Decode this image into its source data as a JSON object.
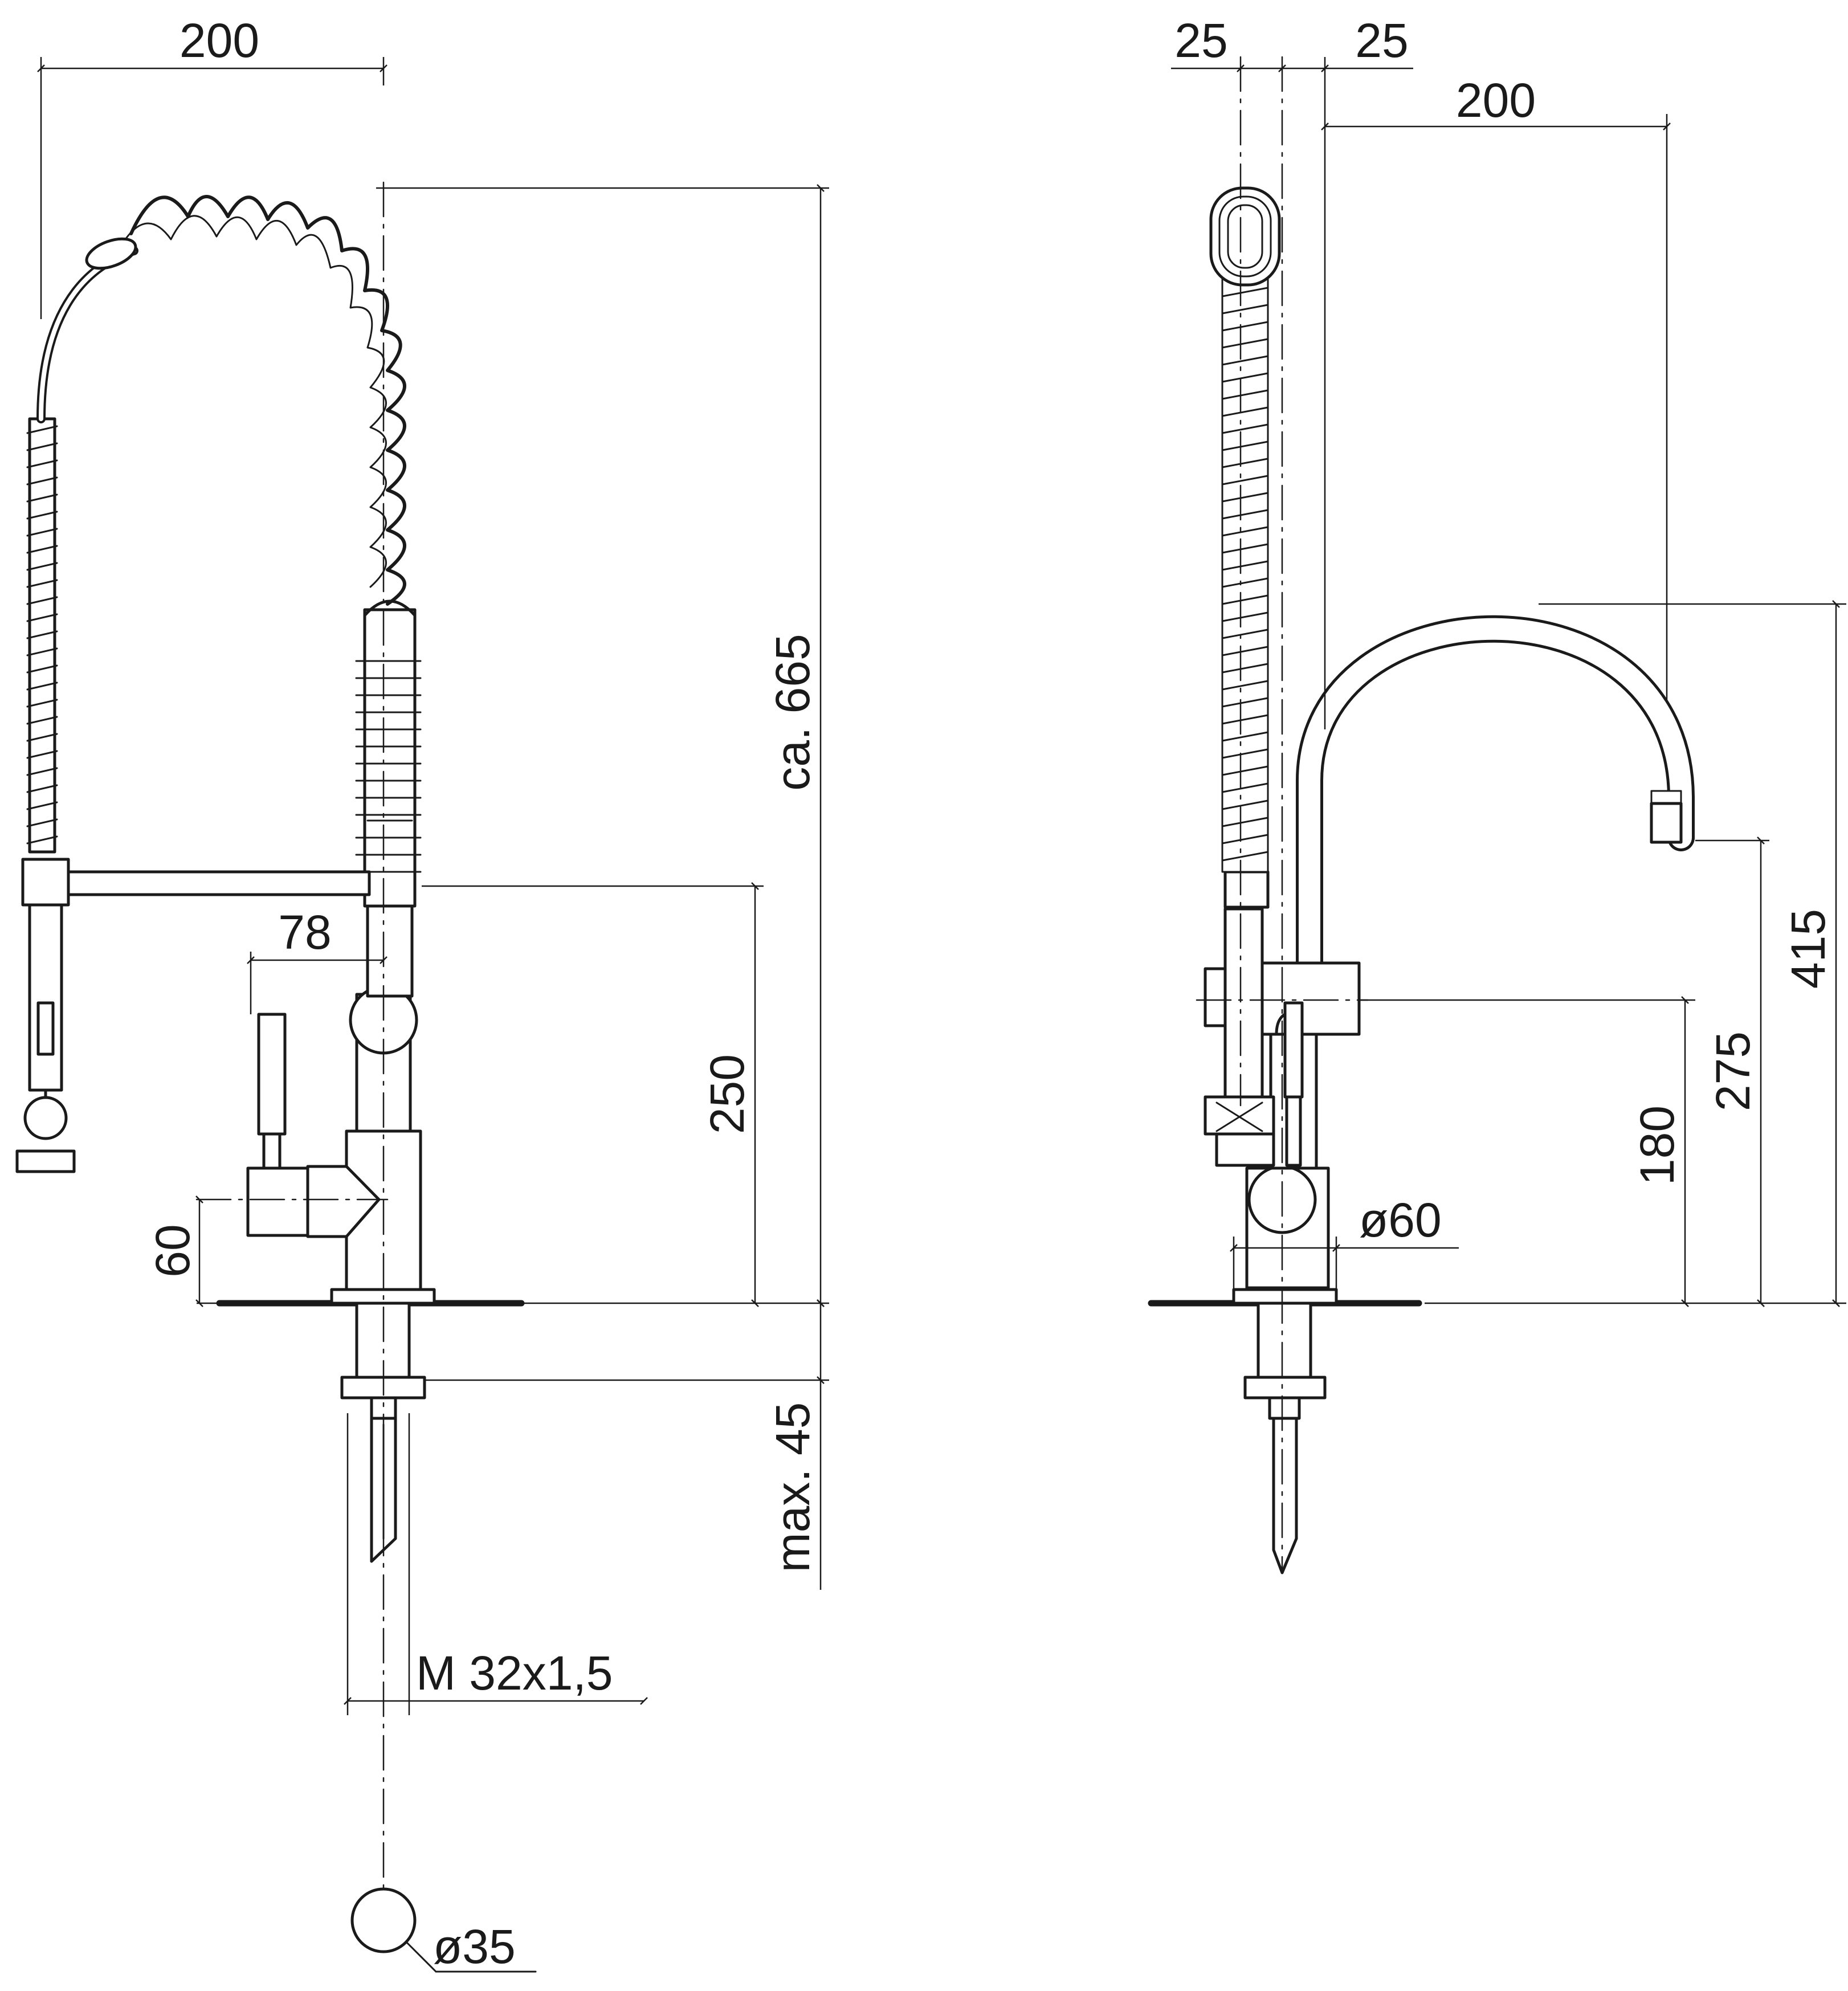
{
  "colors": {
    "line": "#1a1a1a",
    "background": "#ffffff",
    "deck": "#1a1a1a"
  },
  "front_view": {
    "dim_spout_reach": "200",
    "dim_total_height": "ca. 665",
    "dim_lever_offset": "78",
    "dim_arm_height": "250",
    "dim_lever_height": "60",
    "dim_max_deck": "max. 45",
    "dim_thread": "M 32x1,5",
    "dim_hole_diameter": "ø35"
  },
  "side_view": {
    "dim_left_25": "25",
    "dim_right_25": "25",
    "dim_spout_reach": "200",
    "dim_total_height": "415",
    "dim_outlet_height": "275",
    "dim_lever_height": "180",
    "dim_body_diameter": "ø60"
  }
}
